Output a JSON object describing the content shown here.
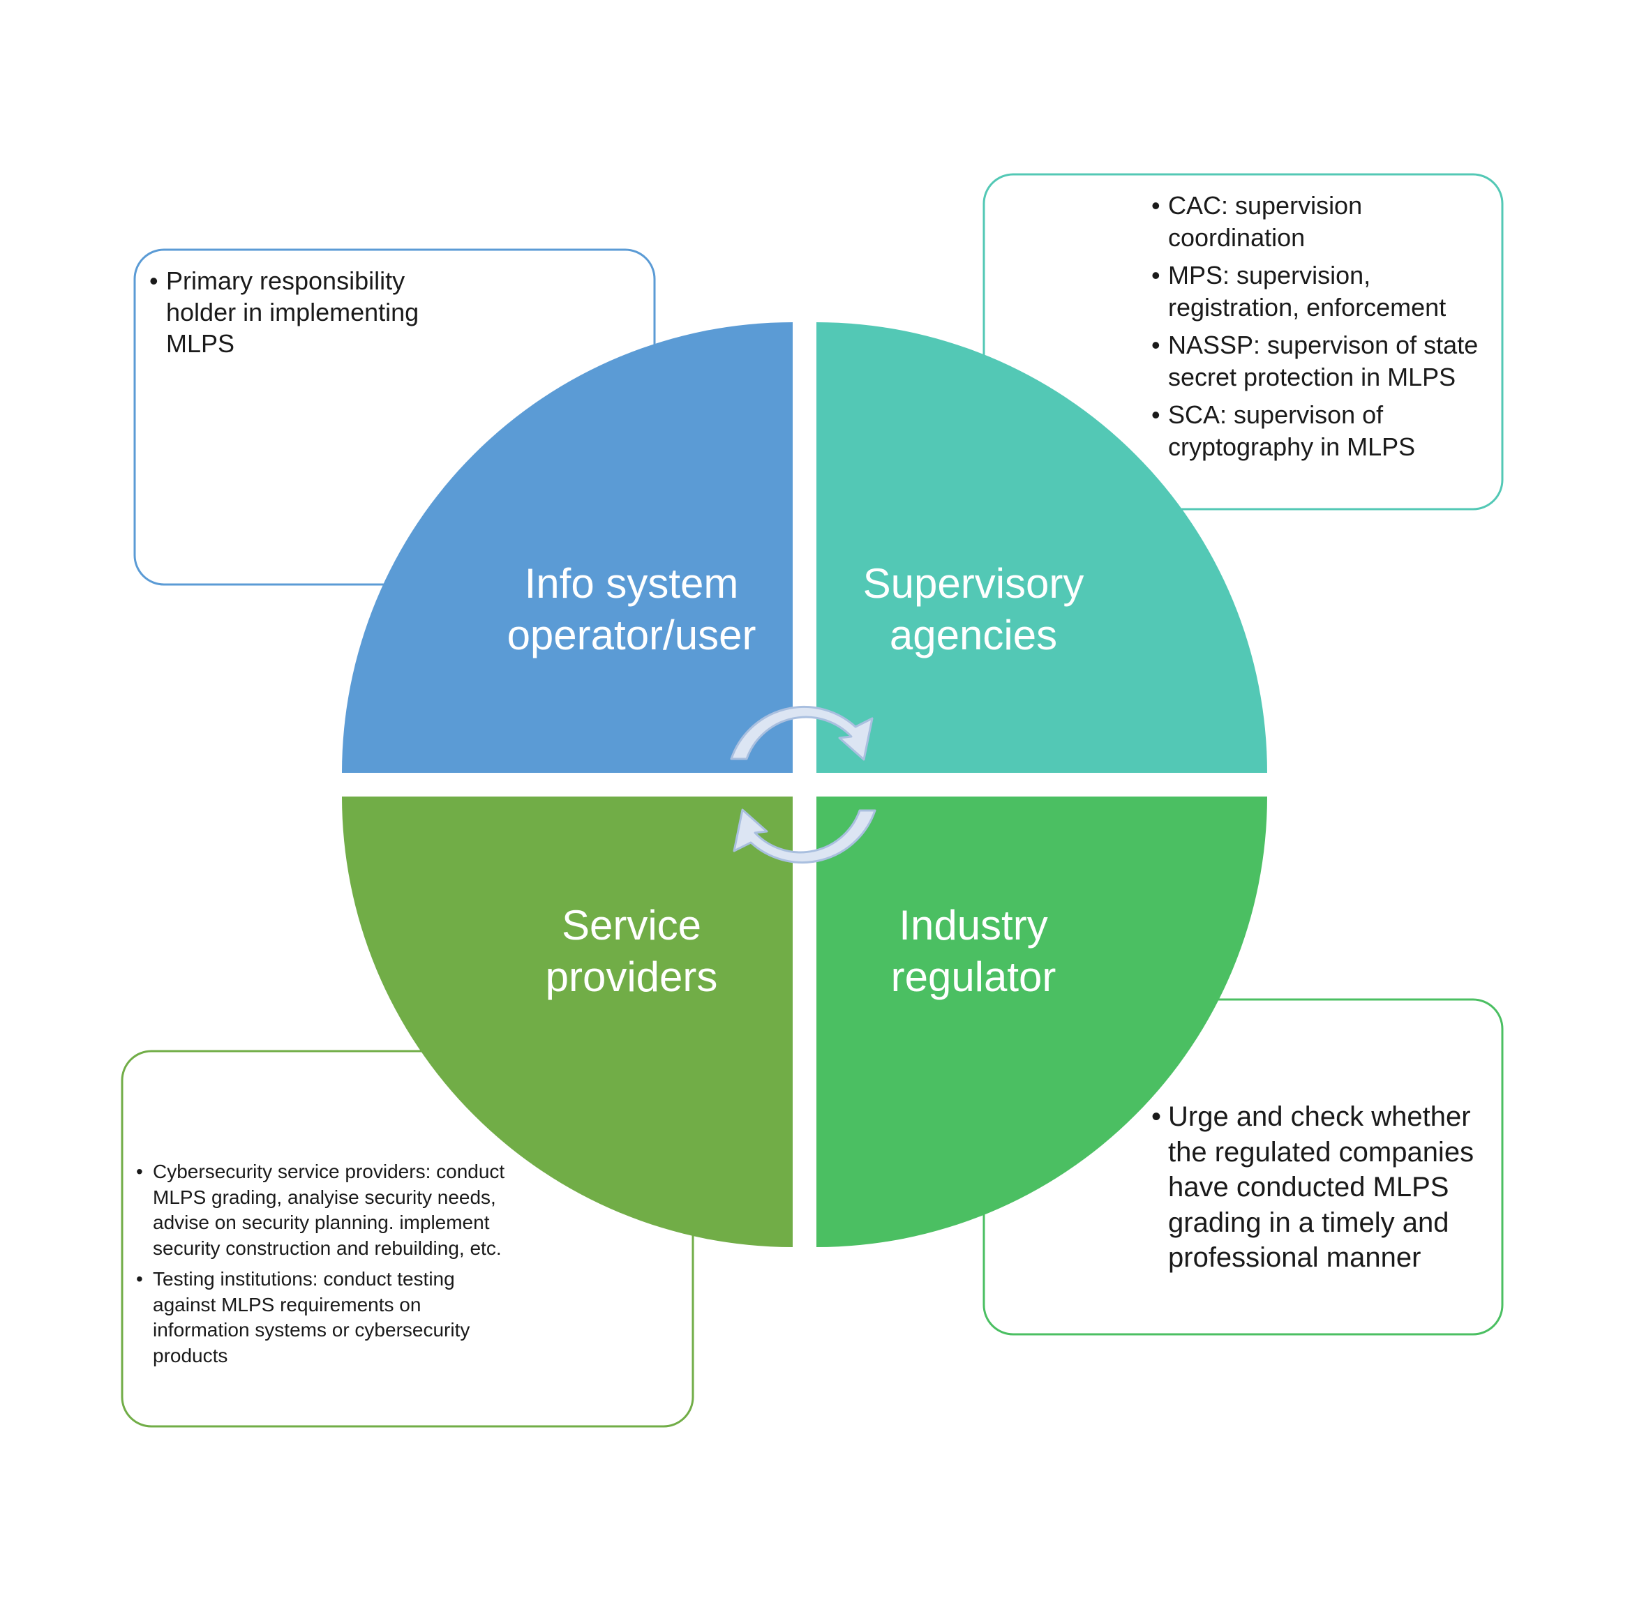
{
  "quadrants": {
    "top_left": {
      "line1": "Info system",
      "line2": "operator/user",
      "color": "#5B9BD5"
    },
    "top_right": {
      "line1": "Supervisory",
      "line2": "agencies",
      "color": "#53C8B5"
    },
    "bottom_left": {
      "line1": "Service",
      "line2": "providers",
      "color": "#71AD47"
    },
    "bottom_right": {
      "line1": "Industry",
      "line2": "regulator",
      "color": "#4BBF62"
    }
  },
  "boxes": {
    "top_left": {
      "border_color": "#5B9BD5",
      "bullets": [
        "Primary responsibility holder in implementing MLPS"
      ]
    },
    "top_right": {
      "border_color": "#53C8B5",
      "bullets": [
        "CAC: supervision coordination",
        "MPS: supervision, registration, enforcement",
        "NASSP: supervison of state secret protection in MLPS",
        "SCA: supervison of cryptography in MLPS"
      ]
    },
    "bottom_left": {
      "border_color": "#71AD47",
      "bullets": [
        "Cybersecurity service providers: conduct MLPS grading, analyise security needs, advise on security planning. implement security construction and rebuilding, etc.",
        "Testing institutions: conduct testing against MLPS requirements on information  systems or cybersecurity products"
      ]
    },
    "bottom_right": {
      "border_color": "#4BBF62",
      "bullets": [
        "Urge and check whether the regulated companies have conducted MLPS grading in a timely and professional manner"
      ]
    }
  },
  "cycle_arrow_color": "#DCE5F3",
  "cycle_arrow_outline": "#A9BFDF"
}
